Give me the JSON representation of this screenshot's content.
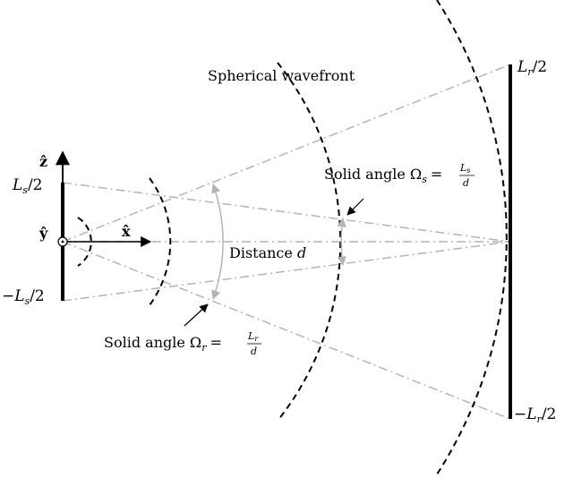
{
  "labels": {
    "spherical_wavefront": "Spherical wavefront",
    "distance": "Distance",
    "distance_symbol": "d",
    "solid_angle_s": "Solid angle",
    "omega_s": "Ω",
    "omega_s_sub": "s",
    "solid_angle_r": "Solid angle",
    "omega_r": "Ω",
    "omega_r_sub": "r",
    "equals": "=",
    "frac_s_num": "L",
    "frac_s_num_sub": "s",
    "frac_s_den": "d",
    "frac_r_num": "L",
    "frac_r_num_sub": "r",
    "frac_r_den": "d",
    "ls_top": "L",
    "ls_top_sub": "s",
    "ls_top_tail": "/2",
    "ls_bottom_sign": "−",
    "ls_bottom": "L",
    "ls_bottom_sub": "s",
    "ls_bottom_tail": "/2",
    "lr_top": "L",
    "lr_top_sub": "r",
    "lr_top_tail": "/2",
    "lr_bottom_sign": "−",
    "lr_bottom": "L",
    "lr_bottom_sub": "r",
    "lr_bottom_tail": "/2",
    "axis_z": "ẑ",
    "axis_y": "ŷ",
    "axis_x": "x̂"
  },
  "colors": {
    "ray": "#b4b4b4",
    "arc": "#b4b4b4",
    "ink": "#000000"
  }
}
